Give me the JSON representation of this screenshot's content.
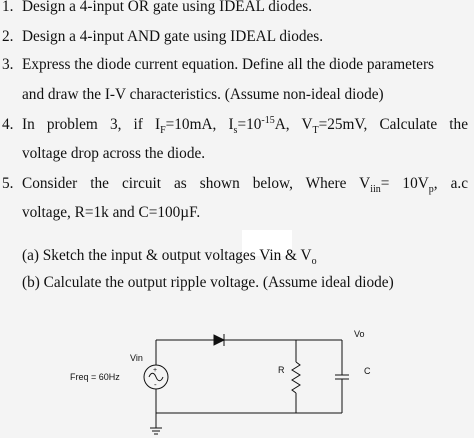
{
  "problems": [
    {
      "num": "1.",
      "text": "Design a 4-input OR gate using IDEAL diodes."
    },
    {
      "num": "2.",
      "text": "Design a 4-input AND gate using IDEAL diodes."
    },
    {
      "num": "3.",
      "text": "Express the diode current equation. Define all the diode parameters",
      "cont": "and draw the I-V characteristics. (Assume non-ideal diode)"
    },
    {
      "num": "4.",
      "pre": "In problem 3, if I",
      "sub_f": "F",
      "mid1": "=10mA, I",
      "sub_s": "s",
      "mid2": "=10",
      "sup": "-15",
      "mid3": "A, V",
      "sub_t": "T",
      "end": "=25mV, Calculate the",
      "cont": "voltage drop across the diode."
    },
    {
      "num": "5.",
      "pre": "Consider the circuit as shown below, Where V",
      "sub_in": "iin",
      "end": "= 10V",
      "sub_p": "p",
      "tail": ", a.c",
      "cont": "voltage, R=1k and C=100µF."
    }
  ],
  "parts": {
    "a_pre": "(a) Sketch the input & output voltages Vin & V",
    "a_sub": "o",
    "b": "(b) Calculate the output ripple voltage. (Assume ideal diode)"
  },
  "circuit": {
    "vo_label": "Vo",
    "vin_label": "Vin",
    "freq_label": "Freq = 60Hz",
    "r_label": "R",
    "c_label": "C",
    "plus_sign": "+",
    "minus_sign": "-"
  }
}
